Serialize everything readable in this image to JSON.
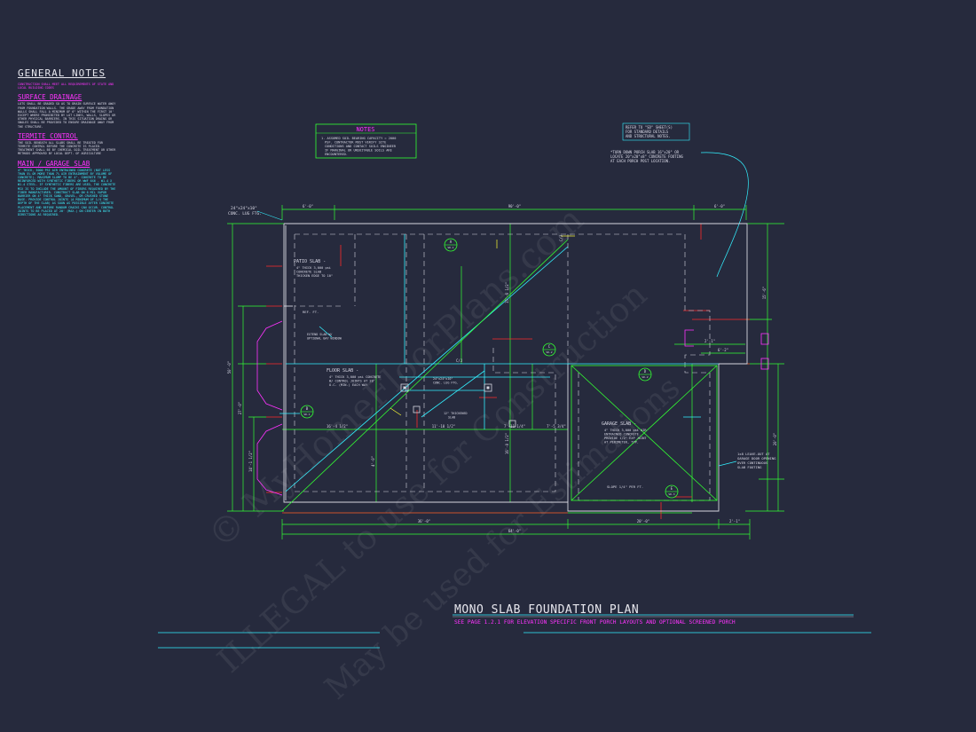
{
  "general_notes": {
    "title": "GENERAL NOTES",
    "intro": "CONSTRUCTION SHALL MEET ALL REQUIREMENTS OF STATE AND LOCAL BUILDING CODES",
    "sections": [
      {
        "heading": "SURFACE DRAINAGE",
        "body": "LOTS SHALL BE GRADED SO AS TO DRAIN SURFACE WATER AWAY FROM FOUNDATION WALLS. THE GRADE AWAY FROM FOUNDATION WALLS SHALL FALL A MINIMUM OF 6\" WITHIN THE FIRST 10' EXCEPT WHERE PROHIBITED BY LOT LINES, WALLS, SLOPES OR OTHER PHYSICAL BARRIERS. IN THIS SITUATION DRAINS OR SWALES SHALL BE PROVIDED TO ENSURE DRAINAGE AWAY FROM THE STRUCTURE."
      },
      {
        "heading": "TERMITE CONTROL",
        "body": "THE SOIL BENEATH ALL SLABS SHALL BE TREATED FOR TERMITE CONTROL BEFORE THE CONCRETE IS PLACED. TREATMENT SHALL BE BY CHEMICAL SOIL TREATMENT OR OTHER METHODS APPROVED BY LOCAL DEPT. OF AGRICULTURE"
      },
      {
        "heading": "MAIN / GARAGE SLAB",
        "body": "4\" THICK, 3000 PSI AIR ENTRAINED CONCRETE (NOT LESS THAN 5% OR MORE THAN 7% AIR ENTRAINMENT BY VOLUME OF CONCRETE). MAXIMUM SLUMP TO BE 4\". CONCRETE TO BE REINFORCED WITH SYNTHETIC FIBERS OR WWF 6X6 - W1.4 X W1.4 STEEL. IF SYNTHETIC FIBERS ARE USED, THE CONCRETE MIX IS TO INCLUDE THE AMOUNT OF FIBERS REQUIRED BY THE FIBER MANUFACTURER. CONSTRUCT SLAB ON 6 MIL VAPOR BARRIER ON 4\" THICK SAND, GRAVEL, OR CRUSHED STONE BASE. PROVIDE CONTROL JOINTS (A MINIMUM OF 1/4 THE DEPTH OF THE SLAB) AS SOON AS POSSIBLE AFTER CONCRETE PLACEMENT AND BEFORE RANDOM CRACKS CAN OCCUR. CONTROL JOINTS TO BE PLACED AT 20' (MAX.) ON CENTER IN BOTH DIRECTIONS AS REQUIRED."
      }
    ]
  },
  "notes_box": {
    "title": "NOTES",
    "lines": [
      "1. ASSUMED SOIL BEARING CAPACITY = 2000",
      "PSF. CONTRACTOR MUST VERIFY SITE",
      "CONDITIONS AND CONTACT SOILS ENGINEER",
      "IF MARGINAL OR UNSUITABLE SOILS ARE",
      "ENCOUNTERED."
    ]
  },
  "refer_note": {
    "lines": [
      "REFER TO \"SD\" SHEET(S)",
      "FOR STANDARD DETAILS",
      "AND STRUCTURAL NOTES."
    ]
  },
  "turndown_note": {
    "lines": [
      "*TURN DOWN PORCH SLAB 16\"x20\" OR",
      "LOCATE 20\"x20\"x8\" CONCRETE FOOTING",
      "AT EACH PORCH POST LOCATION."
    ]
  },
  "ftg_callout": {
    "lines": [
      "24\"x24\"x10\"",
      "CONC. LUG FTG."
    ]
  },
  "patio": {
    "title": "PATIO SLAB -",
    "lines": [
      "4\" THICK 3,000 psi",
      "CONCRETE SLAB",
      "THICKEN EDGE TO 10\""
    ]
  },
  "floor": {
    "title": "FLOOR SLAB -",
    "lines": [
      "4\" THICK 3,000 psi CONCRETE",
      "W/ CONTROL JOINTS AT 20'",
      "O.C. (MIN.) EACH WAY"
    ]
  },
  "garage": {
    "title": "GARAGE SLAB -",
    "lines": [
      "4\" THICK 3,000 psi AIR",
      "ENTRAINED CONCRETE.",
      "PROVIDE 1/2\" EXP JOINT",
      "AT PERIMETER, TYP."
    ]
  },
  "garage_door_note": {
    "lines": [
      "1x8 LEAVE-OUT AT",
      "GARAGE DOOR OPENING",
      "OVER CONTINUOUS",
      "SLAB FOOTING"
    ]
  },
  "slope_label": "SLOPE 1/4\" PER FT.",
  "bay_note": {
    "lines": [
      "EXTEND SLAB W/",
      "OPTIONAL BAY WINDOW"
    ]
  },
  "pier_label": {
    "lines": [
      "24\"x24\"x10\"",
      "CONC. LUG FTG."
    ]
  },
  "thickened_label": {
    "lines": [
      "12\" THICKENED",
      "SLAB"
    ]
  },
  "ref_label": "REF. FT.",
  "cj_labels": [
    "C/J",
    "C/J"
  ],
  "section_markers": [
    {
      "letter": "A",
      "sheet": "SD-1"
    },
    {
      "letter": "B",
      "sheet": "SD-1"
    },
    {
      "letter": "C",
      "sheet": "SD-2"
    },
    {
      "letter": "D",
      "sheet": "SD-2"
    },
    {
      "letter": "E",
      "sheet": "SD-3"
    }
  ],
  "dims": {
    "top_overall": "90'-0\"",
    "top_left": "6'-0\"",
    "top_right": "6'-0\"",
    "bottom_inner": "36'-0\"",
    "bottom_right": "20'-0\"",
    "bottom_overall": "64'-0\"",
    "bottom_right_small": "2'-1\"",
    "left_overall": "50'-0\"",
    "left_mid": "27'-0\"",
    "left_low": "14'-1 1/2\"",
    "right_upper": "15'-6\"",
    "right_lower": "20'-0\"",
    "right_small_a": "2'-1\"",
    "right_small_b": "6'-2\"",
    "interior_a": "16'-4 1/2\"",
    "interior_b": "11'-10 1/2\"",
    "interior_c": "7'-11 1/4\"",
    "interior_d": "7'-5 3/4\"",
    "interior_e": "16'-0 1/2\"",
    "interior_f": "15'-6 1/2\"",
    "interior_g": "4'-0\""
  },
  "plan_title": "MONO SLAB FOUNDATION PLAN",
  "plan_subtitle": "SEE PAGE 1.2.1 FOR ELEVATION SPECIFIC FRONT PORCH LAYOUTS AND OPTIONAL SCREENED PORCH",
  "watermark": {
    "lines": [
      "© MyHomeFloorPlans.com",
      "ILLEGAL to use for Construction",
      "May be used for Estimations"
    ]
  },
  "colors": {
    "background": "#262a3d",
    "wall": "#d6d6e0",
    "dim": "#33ff33",
    "cyan": "#33f0ff",
    "magenta": "#ff33ff",
    "red": "#ff2a2a",
    "yellow": "#ffff33"
  }
}
